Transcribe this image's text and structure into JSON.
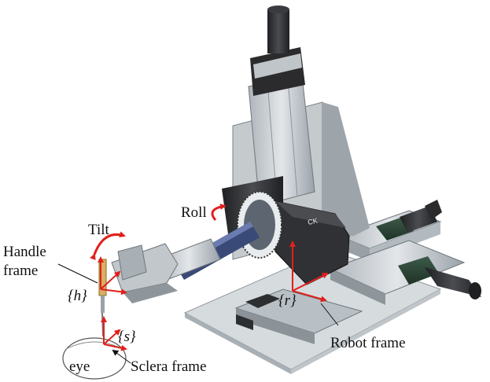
{
  "labels": {
    "tilt": "Tilt",
    "roll": "Roll",
    "handle_frame_line1": "Handle",
    "handle_frame_line2": "frame",
    "h_frame": "{h}",
    "s_frame": "{s}",
    "r_frame": "{r}",
    "eye": "eye",
    "sclera_frame": "Sclera frame",
    "robot_frame": "Robot frame"
  },
  "colors": {
    "axis_red": "#e0201c",
    "metal_light": "#c9ced3",
    "metal_mid": "#9aa2aa",
    "metal_dark": "#5d6670",
    "motor_black": "#2b2b2d",
    "base_plate": "#d7dcdf",
    "tool_gold": "#d9b061"
  },
  "icons": {
    "tilt_arrow": "curved-double-arrow-icon",
    "roll_arrow": "curved-arrow-icon",
    "eye": "eye-outline-icon"
  }
}
